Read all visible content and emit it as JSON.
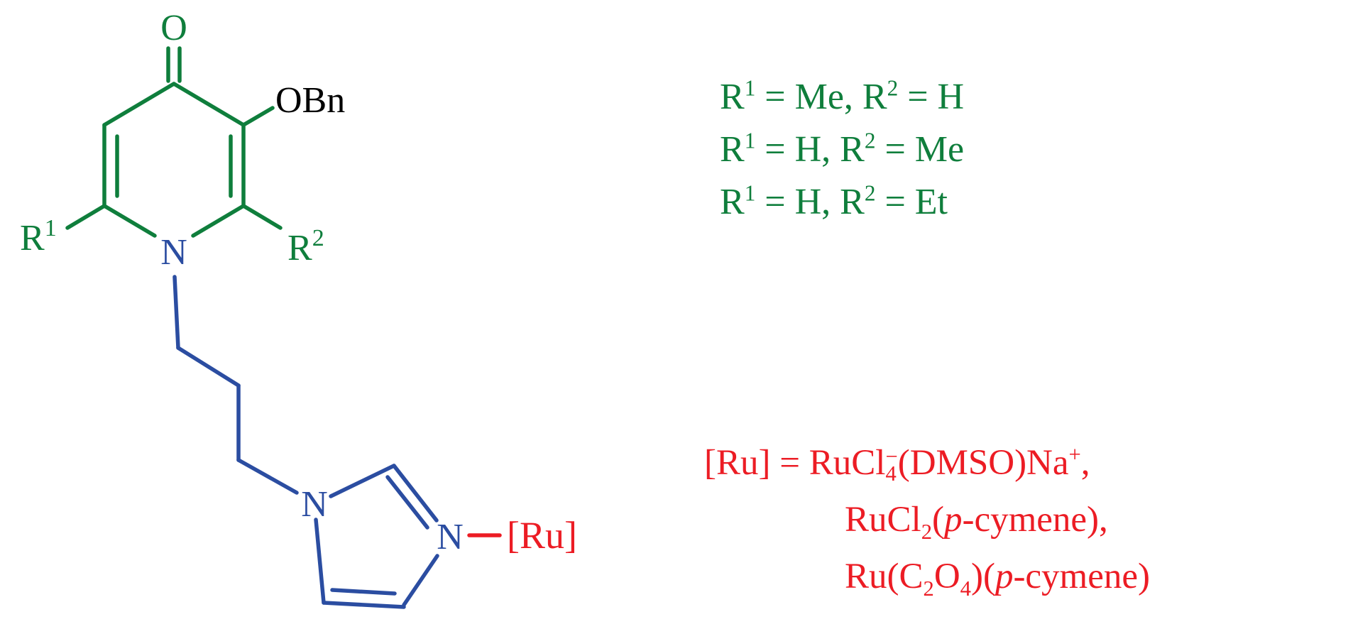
{
  "colors": {
    "green": "#0f7e3c",
    "blue": "#2b4da1",
    "red": "#ec1c24",
    "black": "#000000"
  },
  "structure": {
    "carbonyl_oxygen": "O",
    "obn_label": "OBn",
    "pyridinone_nitrogen": "N",
    "r1": {
      "base": "R",
      "sup": "1"
    },
    "r2": {
      "base": "R",
      "sup": "2"
    },
    "imidazole_n1": "N",
    "imidazole_n3": "N",
    "ru_label": "[Ru]"
  },
  "legend_r_groups": {
    "color": "#0f7e3c",
    "lines": [
      [
        {
          "t": "R"
        },
        {
          "sup": "1"
        },
        {
          "t": " = Me, R"
        },
        {
          "sup": "2"
        },
        {
          "t": " = H"
        }
      ],
      [
        {
          "t": "R"
        },
        {
          "sup": "1"
        },
        {
          "t": " = H, R"
        },
        {
          "sup": "2"
        },
        {
          "t": " = Me"
        }
      ],
      [
        {
          "t": "R"
        },
        {
          "sup": "1"
        },
        {
          "t": " = H, R"
        },
        {
          "sup": "2"
        },
        {
          "t": " = Et"
        }
      ]
    ]
  },
  "legend_ru": {
    "color": "#ec1c24",
    "lines": [
      [
        {
          "t": "[Ru] = RuCl"
        },
        {
          "stack": {
            "sup": "−",
            "sub": "4"
          }
        },
        {
          "t": "(DMSO)Na"
        },
        {
          "sup": "+"
        },
        {
          "t": ","
        }
      ],
      [
        {
          "t": "RuCl"
        },
        {
          "sub": "2"
        },
        {
          "t": "("
        },
        {
          "i": "p"
        },
        {
          "t": "-cymene),"
        }
      ],
      [
        {
          "t": "Ru(C"
        },
        {
          "sub": "2"
        },
        {
          "t": "O"
        },
        {
          "sub": "4"
        },
        {
          "t": ")("
        },
        {
          "i": "p"
        },
        {
          "t": "-cymene)"
        }
      ]
    ]
  }
}
